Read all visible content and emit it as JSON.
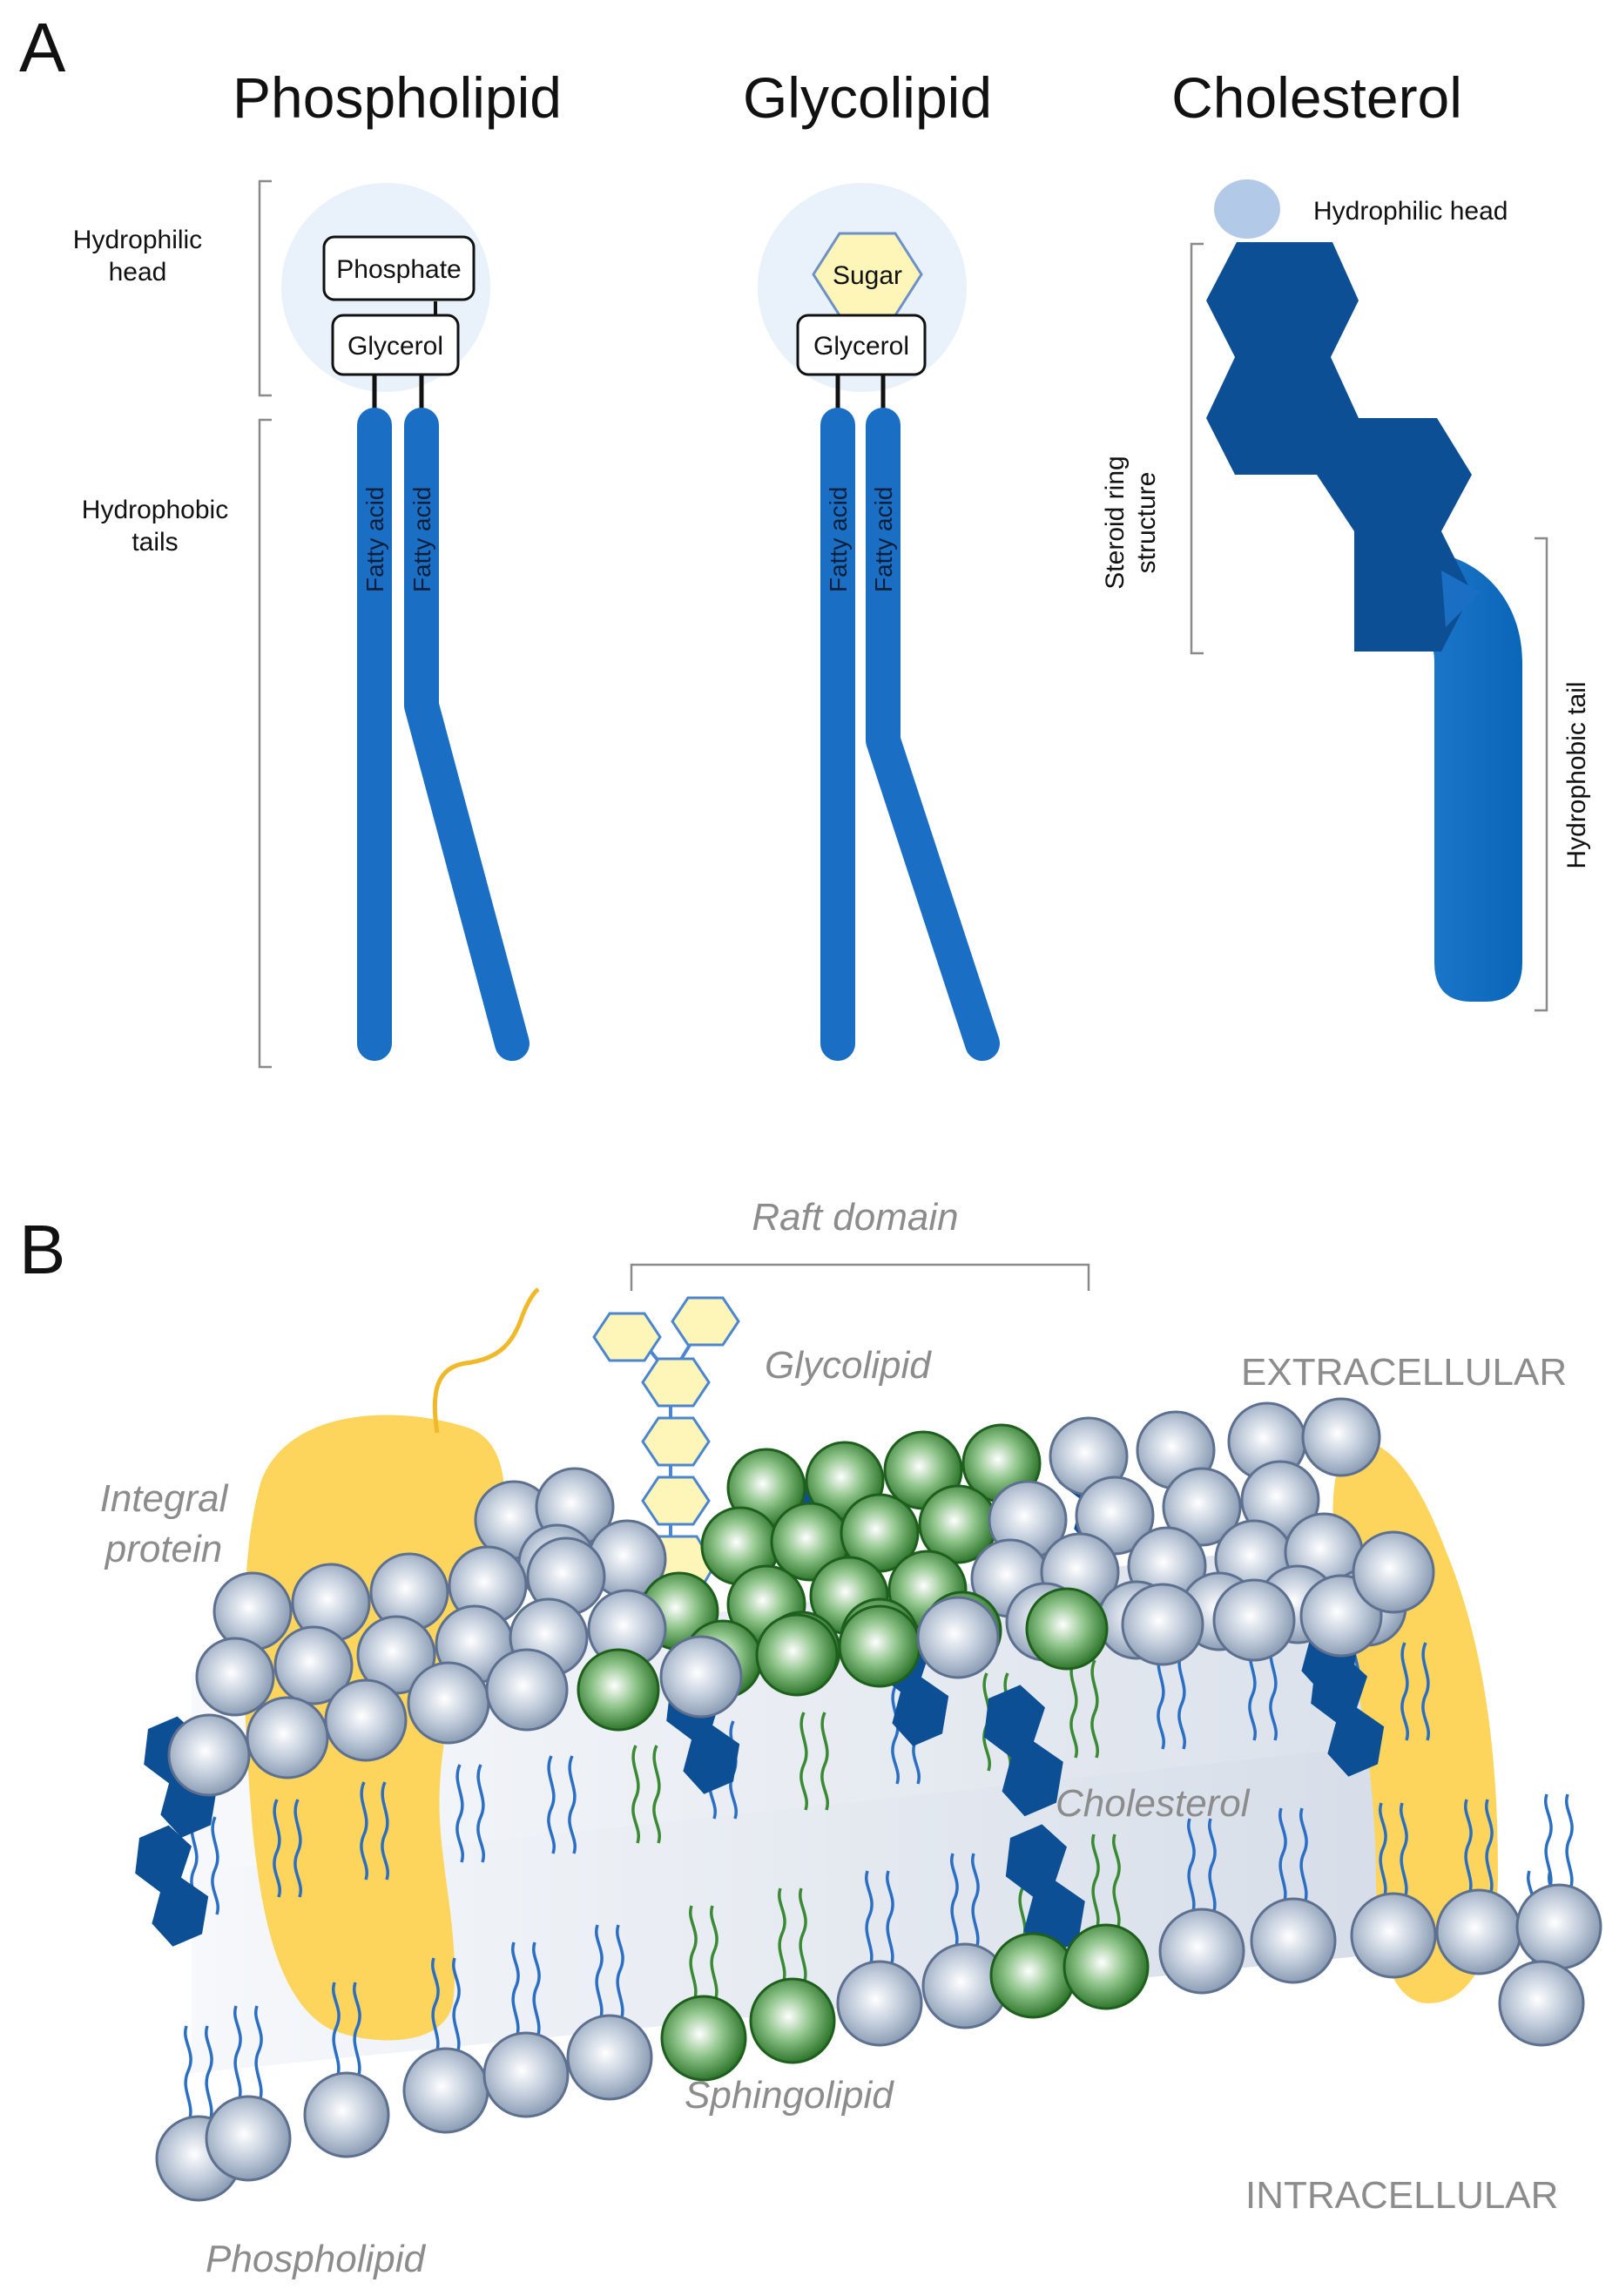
{
  "panel_a": {
    "letter": "A",
    "phospholipid": {
      "title": "Phospholipid",
      "head_label_line1": "Hydrophilic",
      "head_label_line2": "head",
      "tail_label_line1": "Hydrophobic",
      "tail_label_line2": "tails",
      "phosphate": "Phosphate",
      "glycerol": "Glycerol",
      "fatty_acid_1": "Fatty acid",
      "fatty_acid_2": "Fatty acid"
    },
    "glycolipid": {
      "title": "Glycolipid",
      "sugar": "Sugar",
      "glycerol": "Glycerol",
      "fatty_acid_1": "Fatty acid",
      "fatty_acid_2": "Fatty acid"
    },
    "cholesterol": {
      "title": "Cholesterol",
      "head_label": "Hydrophilic head",
      "ring_label_line1": "Steroid ring",
      "ring_label_line2": "structure",
      "tail_label": "Hydrophobic tail"
    }
  },
  "panel_b": {
    "letter": "B",
    "raft_domain": "Raft domain",
    "glycolipid": "Glycolipid",
    "extracellular": "EXTRACELLULAR",
    "integral_protein_line1": "Integral",
    "integral_protein_line2": "protein",
    "cholesterol": "Cholesterol",
    "sphingolipid": "Sphingolipid",
    "intracellular": "INTRACELLULAR",
    "phospholipid": "Phospholipid"
  },
  "colors": {
    "tail_blue": "#1a6fc4",
    "steroid_blue": "#0d4f94",
    "head_halo": "#e9f2fb",
    "sugar_yellow": "#fdf6b8",
    "protein_yellow": "#fdd45c",
    "phospholipid_sphere": "#a9b6c9",
    "sphingolipid_sphere": "#2f7b2c",
    "label_gray": "#8c8c8c"
  }
}
